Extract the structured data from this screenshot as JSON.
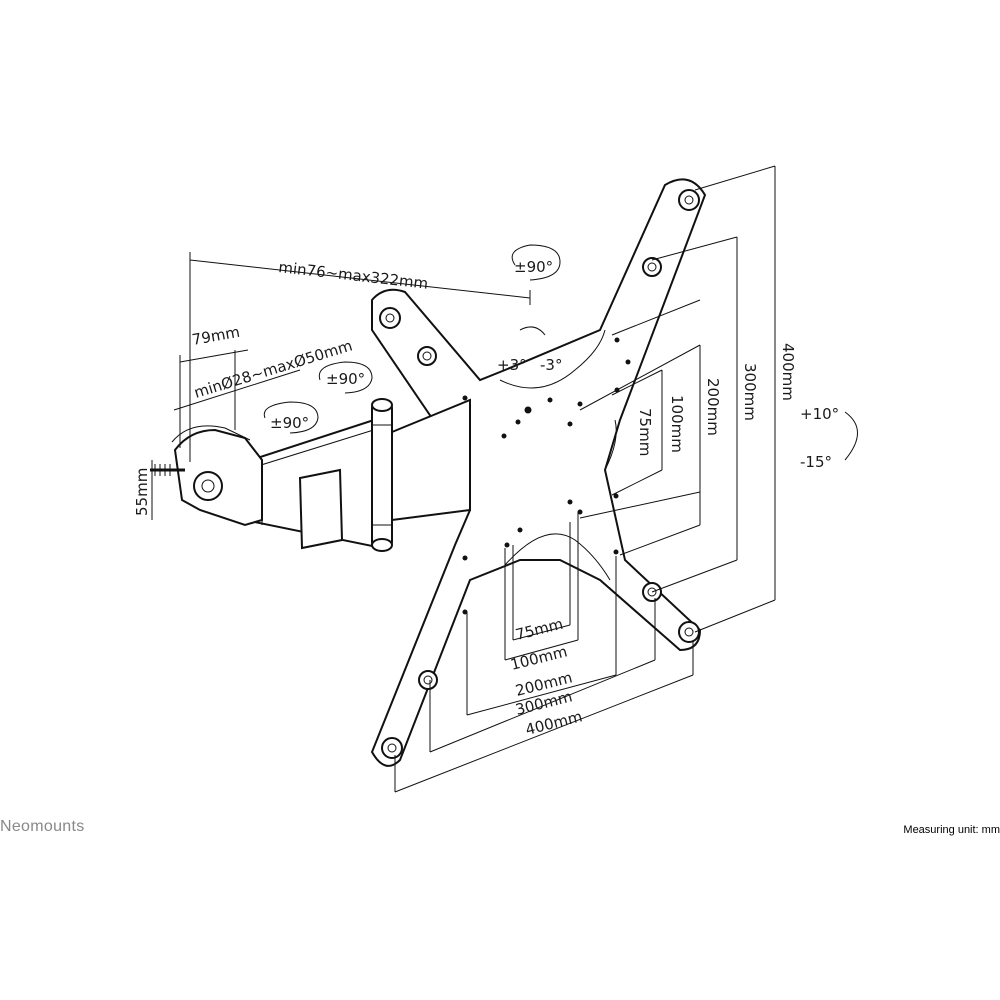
{
  "brand": "Neomounts",
  "measuring_unit": "Measuring unit: mm",
  "labels": {
    "extension": "min76~max322mm",
    "clamp_width": "79mm",
    "clamp_diameter": "minØ28~maxØ50mm",
    "rotate_top": "±90°",
    "rotate_arm1": "±90°",
    "rotate_arm2": "±90°",
    "tilt_plus": "+3°",
    "tilt_minus": "-3°",
    "height_55": "55mm",
    "tilt_up": "+10°",
    "tilt_down": "-15°"
  },
  "vesa": {
    "horizontal": [
      "75mm",
      "100mm",
      "200mm",
      "300mm",
      "400mm"
    ],
    "vertical": [
      "75mm",
      "100mm",
      "200mm",
      "300mm",
      "400mm"
    ]
  },
  "colors": {
    "line": "#111111",
    "brand": "#888888"
  }
}
